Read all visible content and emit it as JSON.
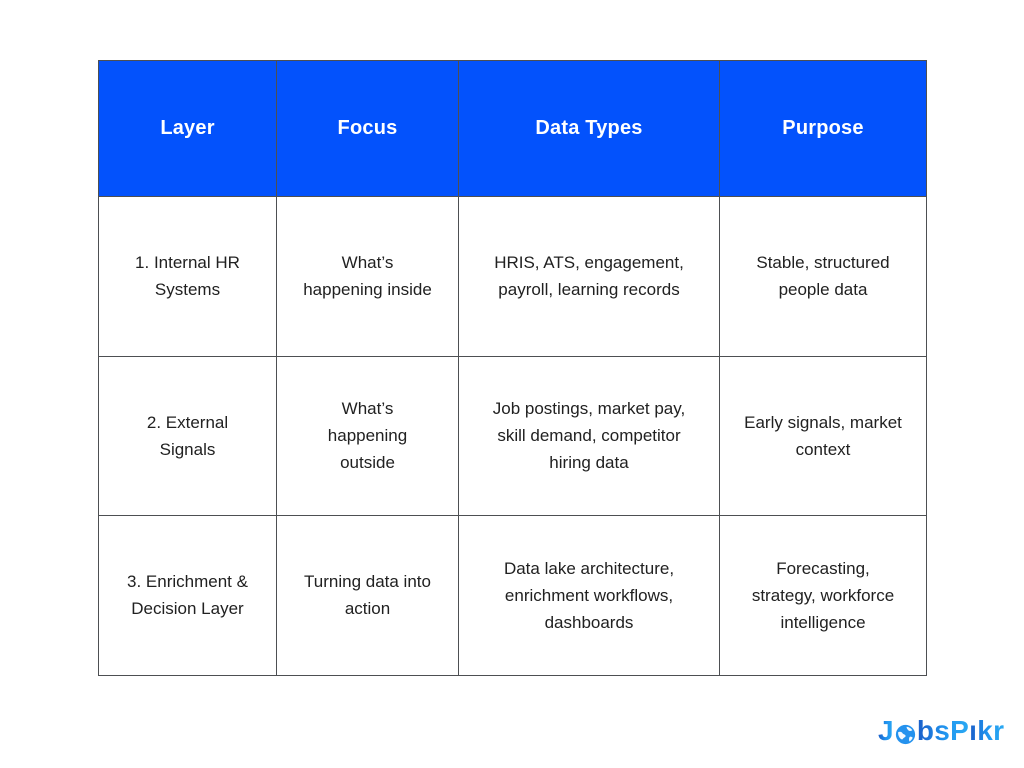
{
  "chart_data": {
    "type": "table",
    "columns": [
      "Layer",
      "Focus",
      "Data Types",
      "Purpose"
    ],
    "rows": [
      [
        "1. Internal HR\nSystems",
        "What’s\nhappening inside",
        "HRIS, ATS, engagement,\npayroll, learning records",
        "Stable, structured\npeople data"
      ],
      [
        "2. External\nSignals",
        "What’s\nhappening\noutside",
        "Job postings, market pay,\nskill demand, competitor\nhiring data",
        "Early signals, market\ncontext"
      ],
      [
        "3. Enrichment &\nDecision Layer",
        "Turning data into\naction",
        "Data lake architecture,\nenrichment workflows,\ndashboards",
        "Forecasting,\nstrategy, workforce\nintelligence"
      ]
    ],
    "title": "",
    "legend_position": "none",
    "grid": true
  },
  "logo": {
    "part1": "J",
    "part2": "bsP",
    "part3": "ıkr",
    "globe_icon": "globe-earth"
  },
  "colors": {
    "header_bg": "#0352fc",
    "header_text": "#ffffff",
    "body_text": "#212121",
    "border": "#4d4f52",
    "logo_gradient_start": "#1a5dc8",
    "logo_gradient_end": "#2aa9f2"
  }
}
